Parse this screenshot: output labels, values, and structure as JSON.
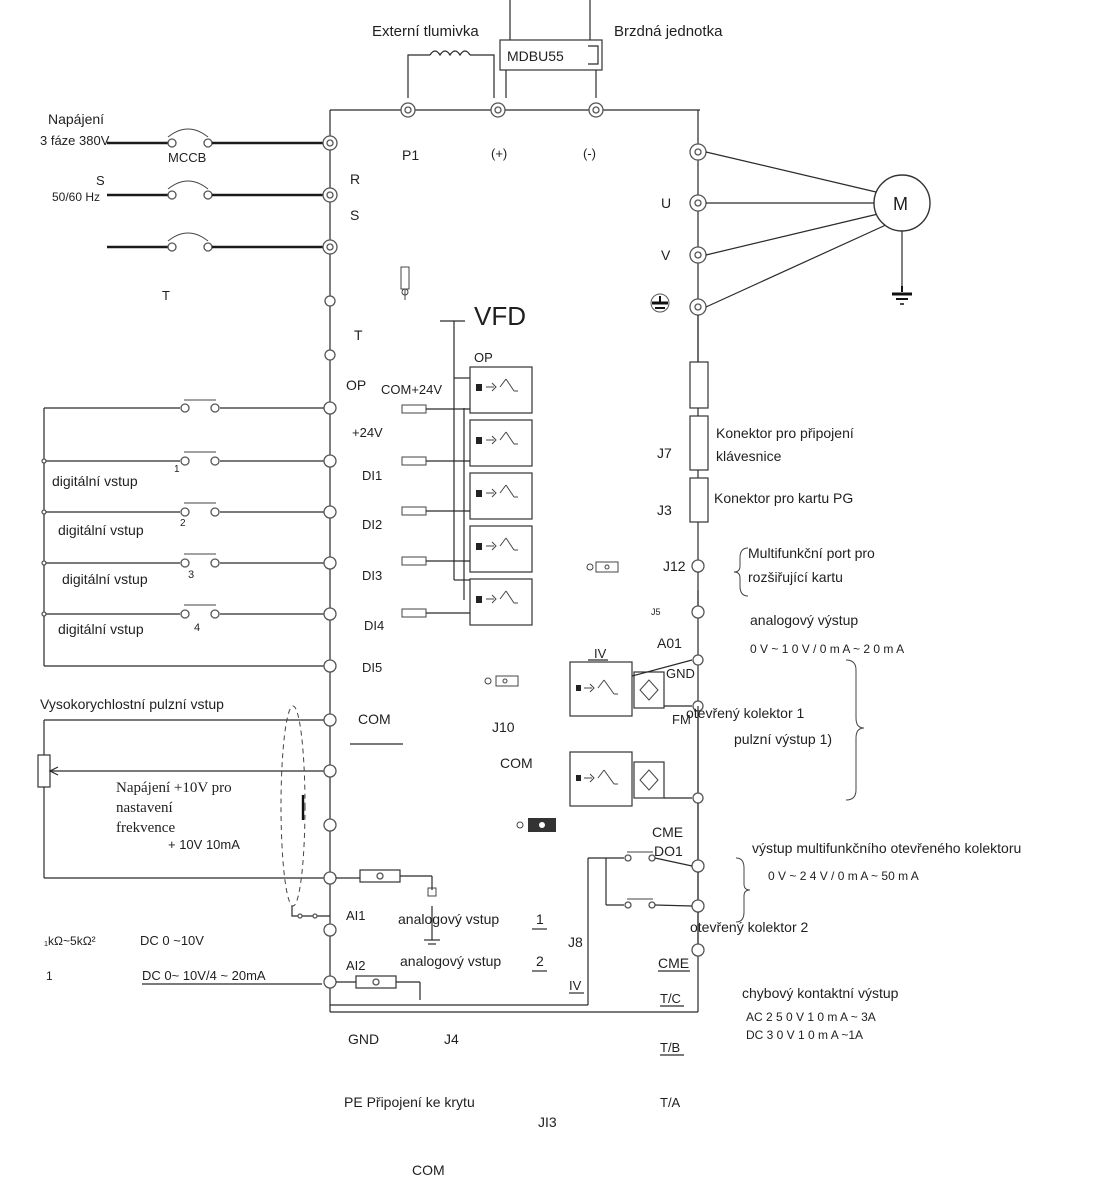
{
  "top": {
    "external_choke": "Externí tlumivka",
    "brake_unit": "Brzdná jednotka",
    "brake_model": "MDBU55"
  },
  "supply": {
    "title": "Napájení",
    "phases": "3 fáze 380V",
    "breaker": "MCCB",
    "s_label": "S",
    "frequency": "50/60 Hz",
    "t_label": "T"
  },
  "vfd": {
    "title": "VFD",
    "terminals_left": [
      "R",
      "S",
      "T",
      "OP",
      "+24V",
      "DI1",
      "DI2",
      "DI3",
      "DI4",
      "DI5",
      "COM",
      "GND",
      "AI1",
      "AI2"
    ],
    "op_inner": "OP",
    "com24": "COM+24V",
    "dc_bus": [
      "P1",
      "(+)",
      "(-)"
    ],
    "motor_terminals": [
      "U",
      "V"
    ],
    "motor": "M",
    "right_labels": [
      "J7",
      "J3",
      "J12",
      "J5",
      "A01",
      "GND",
      "FM",
      "CME",
      "DO1",
      "CME",
      "T/C",
      "T/B",
      "T/A"
    ],
    "iv_labels": [
      "IV",
      "IV"
    ],
    "jumpers": [
      "J10",
      "J8",
      "J4",
      "JI3"
    ],
    "com_middle": "COM",
    "com_bottom": "COM",
    "gnd_bottom": "GND"
  },
  "inputs": {
    "digital": "digitální vstup",
    "indices": [
      "1",
      "2",
      "3",
      "4"
    ],
    "pulse": "Vysokorychlostní pulzní vstup",
    "supply_10v_line1": "Napájení +10V pro",
    "supply_10v_line2": "nastavení",
    "supply_10v_line3": "frekvence",
    "supply_10v_rating": "+ 10V  10mA",
    "analog1": "analogový vstup",
    "analog1_index": "1",
    "analog2": "analogový vstup",
    "analog2_index": "2",
    "pot_range": "₁kΩ~5kΩ²",
    "dc1": "DC 0 ~10V",
    "one": "1",
    "dc2": "DC 0~ 10V/4 ~ 20mA"
  },
  "outputs": {
    "keyboard_line1": "Konektor pro připojení",
    "keyboard_line2": "klávesnice",
    "pg_card": "Konektor pro kartu PG",
    "multi_port_line1": "Multifunkční port pro",
    "multi_port_line2": "rozšiřující kartu",
    "analog_out": "analogový výstup",
    "analog_range": "0 V ~ 1 0 V / 0 m A ~ 2 0 m A",
    "oc1": "otevřený kolektor 1",
    "pulse_out": "pulzní výstup 1)",
    "do_title": "výstup multifunkčního otevřeného kolektoru",
    "do_range": "0 V ~ 2 4 V / 0 m A ~ 50 m A",
    "oc2": "otevřený kolektor 2",
    "fault_title": "chybový kontaktní výstup",
    "fault_ac": "AC 2 5 0 V 1 0 m A ~ 3A",
    "fault_dc": "DC 3 0 V 1 0 m A ~1A",
    "pe": "PE Připojení ke krytu"
  }
}
